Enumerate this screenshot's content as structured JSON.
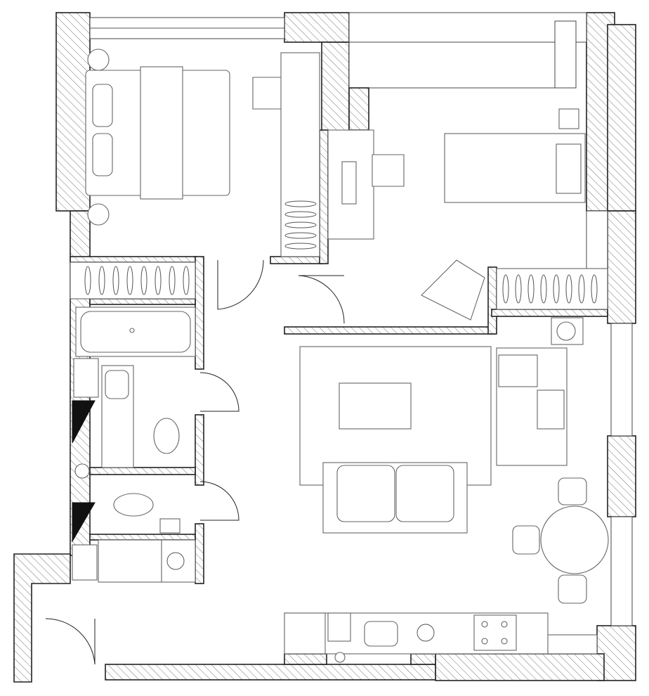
{
  "plan": {
    "colors": {
      "wall_stroke": "#222222",
      "furniture_stroke": "#666666",
      "background": "#ffffff"
    },
    "rooms": [
      "bedroom",
      "kids-room",
      "bathroom",
      "toilet",
      "living-room",
      "kitchen",
      "hallway"
    ]
  }
}
